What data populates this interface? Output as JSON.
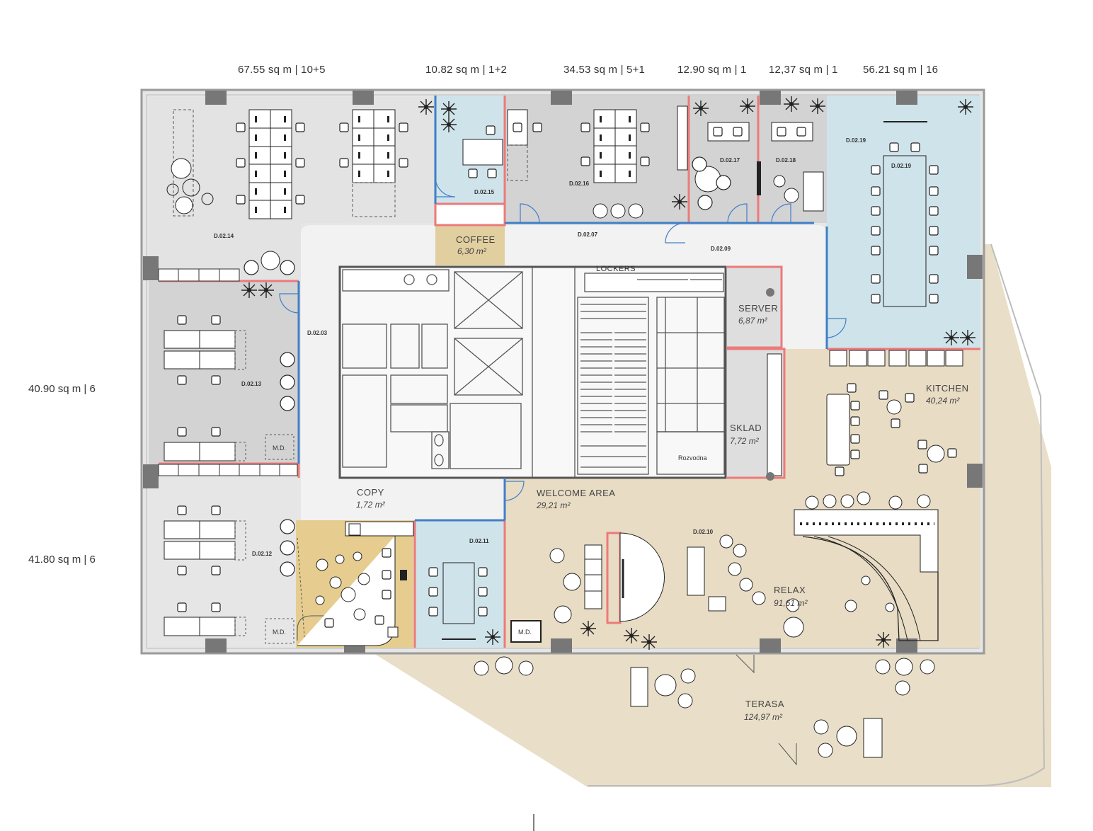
{
  "top_labels": [
    "67.55 sq m | 10+5",
    "10.82 sq m | 1+2",
    "34.53 sq m | 5+1",
    "12.90 sq m | 1",
    "12,37 sq m | 1",
    "56.21 sq m | 16"
  ],
  "side_labels": [
    "40.90 sq m | 6",
    "41.80 sq m | 6"
  ],
  "rooms": {
    "coffee": {
      "name": "COFFEE",
      "area": "6,30 m²"
    },
    "server": {
      "name": "SERVER",
      "area": "6,87 m²"
    },
    "kitchen": {
      "name": "KITCHEN",
      "area": "40,24 m²"
    },
    "sklad": {
      "name": "SKLAD",
      "area": "7,72 m²"
    },
    "copy": {
      "name": "COPY",
      "area": "1,72 m²"
    },
    "welcome": {
      "name": "WELCOME AREA",
      "area": "29,21 m²"
    },
    "relax": {
      "name": "RELAX",
      "area": "91,61 m²"
    },
    "terasa": {
      "name": "TERASA",
      "area": "124,97 m²"
    },
    "lockers": "LOCKERS",
    "rozvodna": "Rozvodna"
  },
  "room_ids": {
    "d0214": "D.02.14",
    "d0215": "D.02.15",
    "d0216": "D.02.16",
    "d0207": "D.02.07",
    "d0217": "D.02.17",
    "d0218": "D.02.18",
    "d0219a": "D.02.19",
    "d0219b": "D.02.19",
    "d0209": "D.02.09",
    "d0203": "D.02.03",
    "d0213": "D.02.13",
    "d0212": "D.02.12",
    "d0211": "D.02.11",
    "d0210": "D.02.10"
  },
  "md_labels": [
    "M.D.",
    "M.D.",
    "M.D."
  ],
  "colors": {
    "open_grey": "#e4e4e4",
    "office_grey": "#d3d3d3",
    "blue": "#cfe3ea",
    "beige": "#e8dcc4",
    "coffee": "#e2cfa0",
    "copy": "#e6cd8f",
    "corridor": "#f1f1f1",
    "red_wall": "#ec7a7a",
    "blue_wall": "#3f7fc7",
    "terrace": "#e9dec7"
  }
}
